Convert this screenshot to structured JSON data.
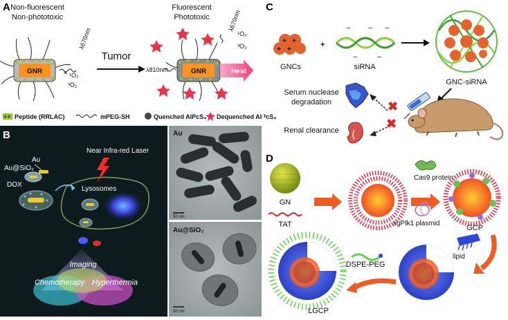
{
  "panels": {
    "a": {
      "label": "A",
      "left_caption_1": "Non-fluorescent",
      "left_caption_2": "Non-phototoxic",
      "right_caption_1": "Fluorescent",
      "right_caption_2": "Phototoxic",
      "tumor": "Tumor",
      "gnr": "GNR",
      "laser_670": "λ670nm",
      "laser_810": "λ810nm",
      "singlet_o2": "¹O₂",
      "triplet_o2": "³O₂",
      "heat": "Heat",
      "legend": {
        "peptide_symbol": "++",
        "peptide": "Peptide (RRLAC)",
        "mpeg": "mPEG-SH",
        "quenched": "Quenched AlPcS₄",
        "dequenched": "Dequenched AlPcS₄"
      }
    },
    "b": {
      "label": "B",
      "au": "Au",
      "au_sio2": "Au@SiO₂",
      "dox": "DOX",
      "laser": "Near Infra-red Laser",
      "lysosomes": "Lysosomes",
      "imaging": "Imaging",
      "chemotherapy": "Chemotherapy",
      "hyperthermia": "Hyperthermia",
      "tem_top_label": "Au",
      "tem_bottom_label": "Au@SiO₂",
      "scale_top": "50 nm",
      "scale_bottom": "50 nm"
    },
    "c": {
      "label": "C",
      "gncs": "GNCs",
      "plus": "+",
      "sirna": "siRNA",
      "complex": "GNC-siRNA",
      "serum": "Serum nuclease",
      "degradation": "degradation",
      "renal": "Renal clearance"
    },
    "d": {
      "label": "D",
      "gn": "GN",
      "tat": "TAT",
      "cas9": "Cas9 protein",
      "plasmid": "sgPlk1 plasmid",
      "gcp": "GCP",
      "lipid": "lipid",
      "dspe": "DSPE-PEG",
      "lgcp": "LGCP"
    }
  },
  "colors": {
    "gnr_orange": "#f7931e",
    "peptide_green": "#8cc63f",
    "red_star": "#e8344a",
    "panel_b_bg": "#0d1b1e",
    "sphere_red": "#d93f2b",
    "lipid_blue": "#3b55d9",
    "peg_green": "#5fd24a",
    "arrow_orange": "#ef5b25"
  }
}
